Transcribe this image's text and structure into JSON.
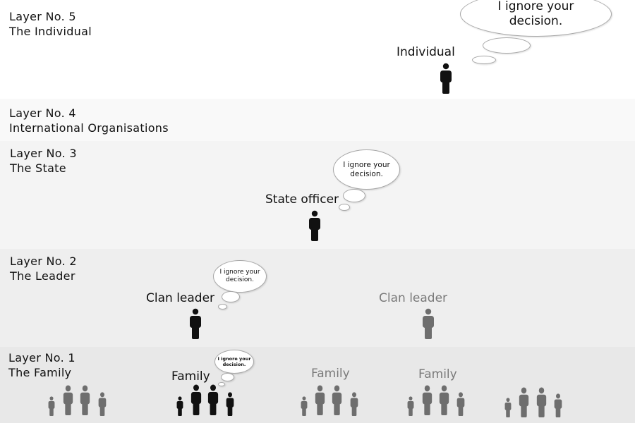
{
  "layers": [
    {
      "number": "Layer No. 5",
      "name": "The Individual"
    },
    {
      "number": "Layer No. 4",
      "name": "International Organisations"
    },
    {
      "number": "Layer No. 3",
      "name": "The State"
    },
    {
      "number": "Layer No. 2",
      "name": "The Leader"
    },
    {
      "number": "Layer No. 1",
      "name": "The Family"
    }
  ],
  "roles": {
    "individual": "Individual",
    "state_officer": "State officer",
    "clan_leader_active": "Clan leader",
    "clan_leader_other": "Clan leader",
    "family_active": "Family",
    "family_other_1": "Family",
    "family_other_2": "Family"
  },
  "bubbles": {
    "individual_line1": "I ignore your",
    "individual_line2": "decision.",
    "state_line1": "I ignore your",
    "state_line2": "decision.",
    "leader_line1": "I ignore your",
    "leader_line2": "decision.",
    "family_line1": "I ignore your",
    "family_line2": "decision."
  },
  "colors": {
    "active": "#111111",
    "inactive": "#6e6e6e",
    "inactive_label": "#7a7a7a"
  }
}
